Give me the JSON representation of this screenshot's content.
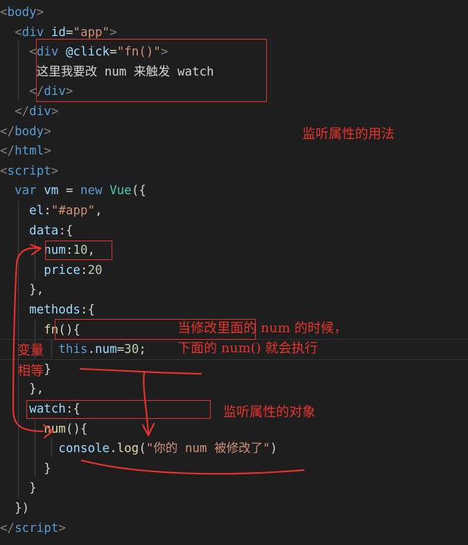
{
  "code": {
    "lines": [
      [
        [
          "tok-br",
          "<"
        ],
        [
          "tok-tag",
          "body"
        ],
        [
          "tok-br",
          ">"
        ]
      ],
      [
        [
          "tok-txt",
          "  "
        ],
        [
          "tok-br",
          "<"
        ],
        [
          "tok-tag",
          "div"
        ],
        [
          "tok-txt",
          " "
        ],
        [
          "tok-attr",
          "id"
        ],
        [
          "tok-txt",
          "="
        ],
        [
          "tok-str",
          "\"app\""
        ],
        [
          "tok-br",
          ">"
        ]
      ],
      [
        [
          "tok-txt",
          "    "
        ],
        [
          "tok-br",
          "<"
        ],
        [
          "tok-tag",
          "div"
        ],
        [
          "tok-txt",
          " "
        ],
        [
          "tok-attr",
          "@click"
        ],
        [
          "tok-txt",
          "="
        ],
        [
          "tok-str",
          "\"fn()\""
        ],
        [
          "tok-br",
          ">"
        ]
      ],
      [
        [
          "tok-txt",
          "     这里我要改 num 来触发 watch"
        ]
      ],
      [
        [
          "tok-txt",
          "    "
        ],
        [
          "tok-br",
          "</"
        ],
        [
          "tok-tag",
          "div"
        ],
        [
          "tok-br",
          ">"
        ]
      ],
      [
        [
          "tok-txt",
          "  "
        ],
        [
          "tok-br",
          "</"
        ],
        [
          "tok-tag",
          "div"
        ],
        [
          "tok-br",
          ">"
        ]
      ],
      [
        [
          "tok-br",
          "</"
        ],
        [
          "tok-tag",
          "body"
        ],
        [
          "tok-br",
          ">"
        ]
      ],
      [
        [
          "tok-br",
          "</"
        ],
        [
          "tok-tag",
          "html"
        ],
        [
          "tok-br",
          ">"
        ]
      ],
      [
        [
          "tok-br",
          "<"
        ],
        [
          "tok-tag",
          "script"
        ],
        [
          "tok-br",
          ">"
        ]
      ],
      [
        [
          "tok-txt",
          "  "
        ],
        [
          "tok-kw",
          "var"
        ],
        [
          "tok-txt",
          " "
        ],
        [
          "tok-var",
          "vm"
        ],
        [
          "tok-txt",
          " = "
        ],
        [
          "tok-kw",
          "new"
        ],
        [
          "tok-txt",
          " "
        ],
        [
          "tok-cls",
          "Vue"
        ],
        [
          "tok-txt",
          "({"
        ]
      ],
      [
        [
          "tok-txt",
          "    "
        ],
        [
          "tok-var",
          "el"
        ],
        [
          "tok-txt",
          ":"
        ],
        [
          "tok-str",
          "\"#app\""
        ],
        [
          "tok-txt",
          ","
        ]
      ],
      [
        [
          "tok-txt",
          "    "
        ],
        [
          "tok-var",
          "data"
        ],
        [
          "tok-txt",
          ":{"
        ]
      ],
      [
        [
          "tok-txt",
          "      "
        ],
        [
          "tok-var",
          "num"
        ],
        [
          "tok-txt",
          ":"
        ],
        [
          "tok-num",
          "10"
        ],
        [
          "tok-txt",
          ","
        ]
      ],
      [
        [
          "tok-txt",
          "      "
        ],
        [
          "tok-var",
          "price"
        ],
        [
          "tok-txt",
          ":"
        ],
        [
          "tok-num",
          "20"
        ]
      ],
      [
        [
          "tok-txt",
          "    },"
        ]
      ],
      [
        [
          "tok-txt",
          "    "
        ],
        [
          "tok-var",
          "methods"
        ],
        [
          "tok-txt",
          ":{"
        ]
      ],
      [
        [
          "tok-txt",
          "      "
        ],
        [
          "tok-fn",
          "fn"
        ],
        [
          "tok-txt",
          "(){"
        ]
      ],
      [
        [
          "tok-txt",
          "        "
        ],
        [
          "tok-kw",
          "this"
        ],
        [
          "tok-txt",
          "."
        ],
        [
          "tok-var",
          "num"
        ],
        [
          "tok-txt",
          "="
        ],
        [
          "tok-num",
          "30"
        ],
        [
          "tok-txt",
          ";"
        ]
      ],
      [
        [
          "tok-txt",
          "      }"
        ]
      ],
      [
        [
          "tok-txt",
          "    },"
        ]
      ],
      [
        [
          "tok-txt",
          "    "
        ],
        [
          "tok-var",
          "watch"
        ],
        [
          "tok-txt",
          ":{"
        ]
      ],
      [
        [
          "tok-txt",
          "      "
        ],
        [
          "tok-fn",
          "num"
        ],
        [
          "tok-txt",
          "(){"
        ]
      ],
      [
        [
          "tok-txt",
          "        "
        ],
        [
          "tok-var",
          "console"
        ],
        [
          "tok-txt",
          "."
        ],
        [
          "tok-fn",
          "log"
        ],
        [
          "tok-txt",
          "("
        ],
        [
          "tok-str",
          "\"你的 num 被修改了\""
        ],
        [
          "tok-txt",
          ")"
        ]
      ],
      [
        [
          "tok-txt",
          "      }"
        ]
      ],
      [
        [
          "tok-txt",
          "    }"
        ]
      ],
      [
        [
          "tok-txt",
          "  })"
        ]
      ],
      [
        [
          "tok-br",
          "</"
        ],
        [
          "tok-tag",
          "script"
        ],
        [
          "tok-br",
          ">"
        ]
      ]
    ]
  },
  "annotations": {
    "watch_usage": "监听属性的用法",
    "when_modified": "当修改里面的 num 的时候，",
    "num_executes": "下面的 num() 就会执行",
    "variable": "变量",
    "equal": "相等",
    "watch_object": "监听属性的对象"
  },
  "colors": {
    "background": "#1e1e1e",
    "annotation": "#e8322c"
  }
}
